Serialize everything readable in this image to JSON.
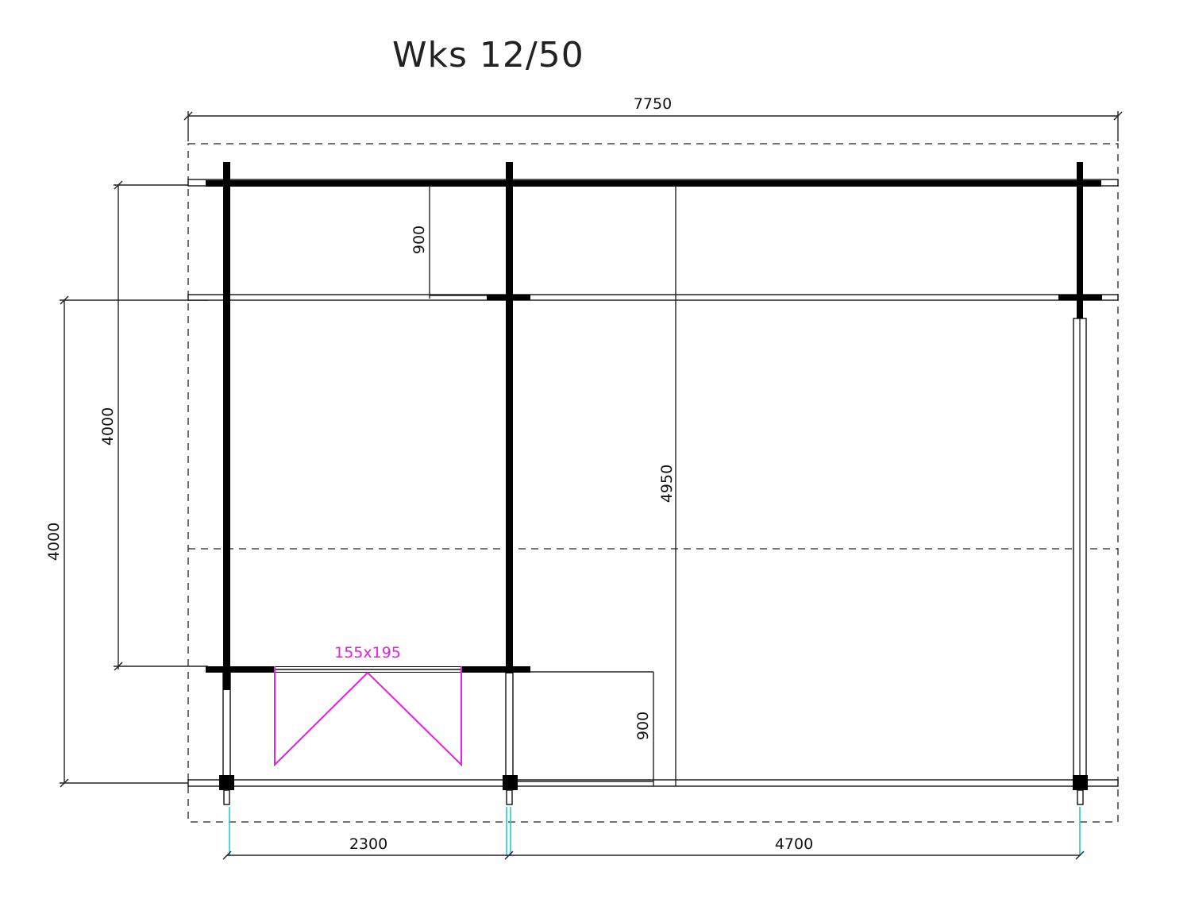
{
  "title": "Wks 12/50",
  "dimensions": {
    "overall_width": "7750",
    "depth_outer": "4000",
    "depth_inner": "4000",
    "overhang_top": "900",
    "overhang_bottom": "900",
    "roof_depth": "4950",
    "room_width_left": "2300",
    "room_width_right": "4700"
  },
  "door": {
    "size_label": "155x195",
    "color": "#e61ee6"
  },
  "colors": {
    "walls": "#000000",
    "lines": "#222222",
    "post_marks": "#28c8d2"
  }
}
